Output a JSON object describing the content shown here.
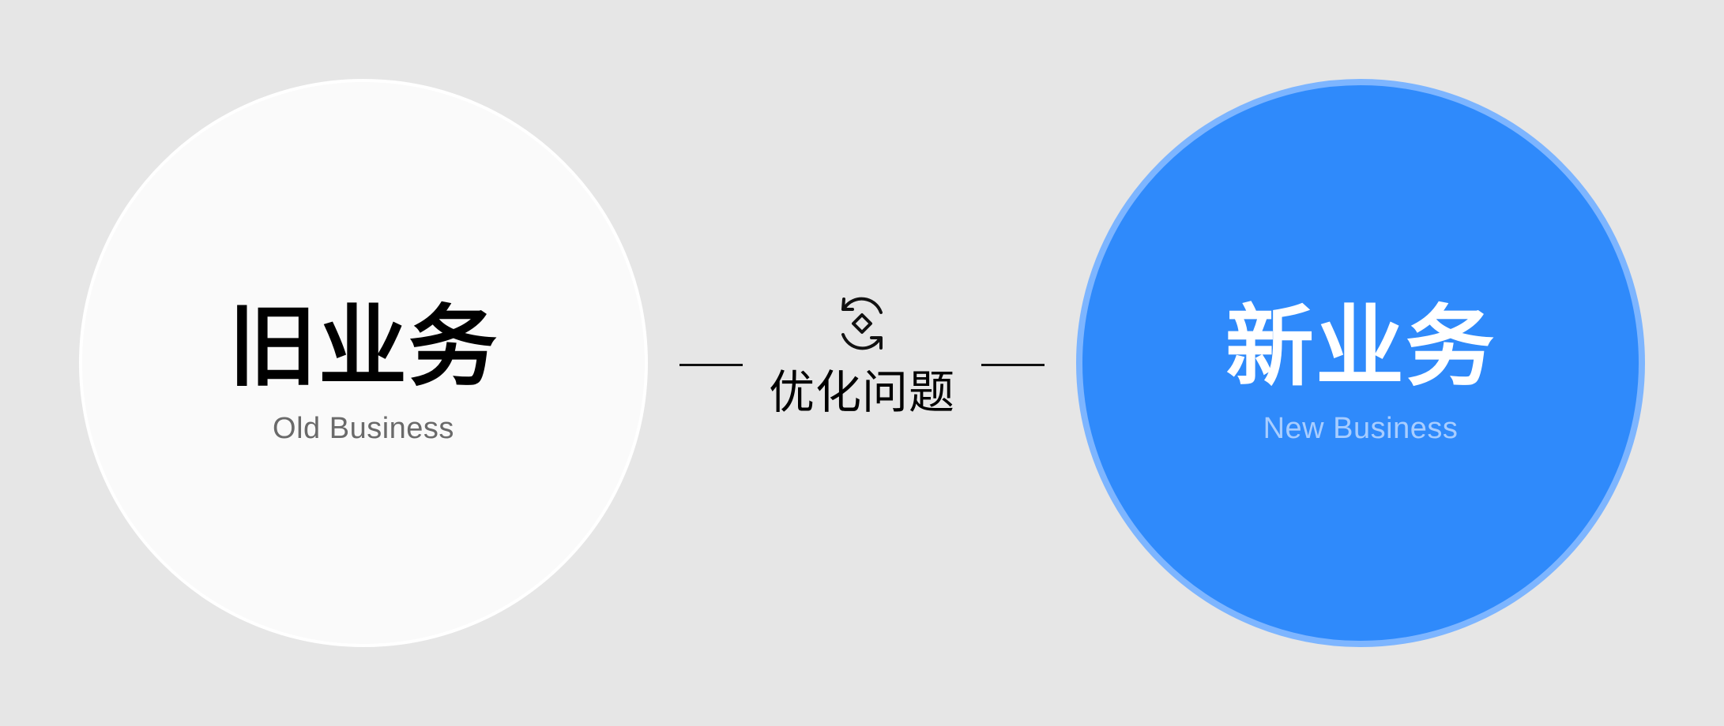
{
  "old_business": {
    "title_cn": "旧业务",
    "subtitle_en": "Old Business"
  },
  "new_business": {
    "title_cn": "新业务",
    "subtitle_en": "New Business"
  },
  "center": {
    "label": "优化问题",
    "icon": "rotate-diamond-icon"
  },
  "colors": {
    "background": "#e6e6e6",
    "old_circle": "#fafafa",
    "new_circle": "#2f8afb",
    "new_circle_ring": "#7db5ff",
    "new_subtitle": "#a8cdff",
    "old_subtitle": "#6a6a6a"
  }
}
